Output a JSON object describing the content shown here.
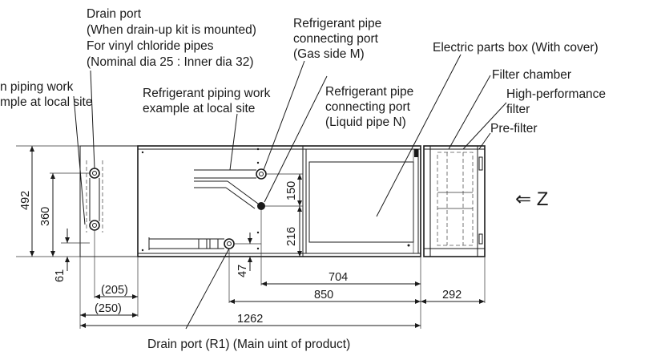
{
  "labels": {
    "drain_port_1": "Drain port",
    "drain_port_2": "(When drain-up kit is mounted)",
    "drain_port_3": "For vinyl chloride pipes",
    "drain_port_4": "(Nominal dia 25 : Inner dia 32)",
    "drain_piping_1": "n piping work",
    "drain_piping_2": "mple at local site",
    "refrig_piping_1": "Refrigerant piping work",
    "refrig_piping_2": "example at local site",
    "refrig_gas_1": "Refrigerant pipe",
    "refrig_gas_2": "connecting port",
    "refrig_gas_3": "(Gas side M)",
    "refrig_liquid_1": "Refrigerant pipe",
    "refrig_liquid_2": "connecting port",
    "refrig_liquid_3": "(Liquid pipe N)",
    "electric_box": "Electric parts box (With cover)",
    "filter_chamber": "Filter chamber",
    "hp_filter_1": "High-performance",
    "hp_filter_2": "filter",
    "pre_filter": "Pre-filter",
    "drain_r1": "Drain port (R1) (Main uint of product)",
    "view_z": "⇐ Z"
  },
  "dimensions": {
    "d492": "492",
    "d360": "360",
    "d61": "61",
    "d205": "(205)",
    "d250": "(250)",
    "d150": "150",
    "d216": "216",
    "d47": "47",
    "d704": "704",
    "d850": "850",
    "d1262": "1262",
    "d292": "292"
  }
}
